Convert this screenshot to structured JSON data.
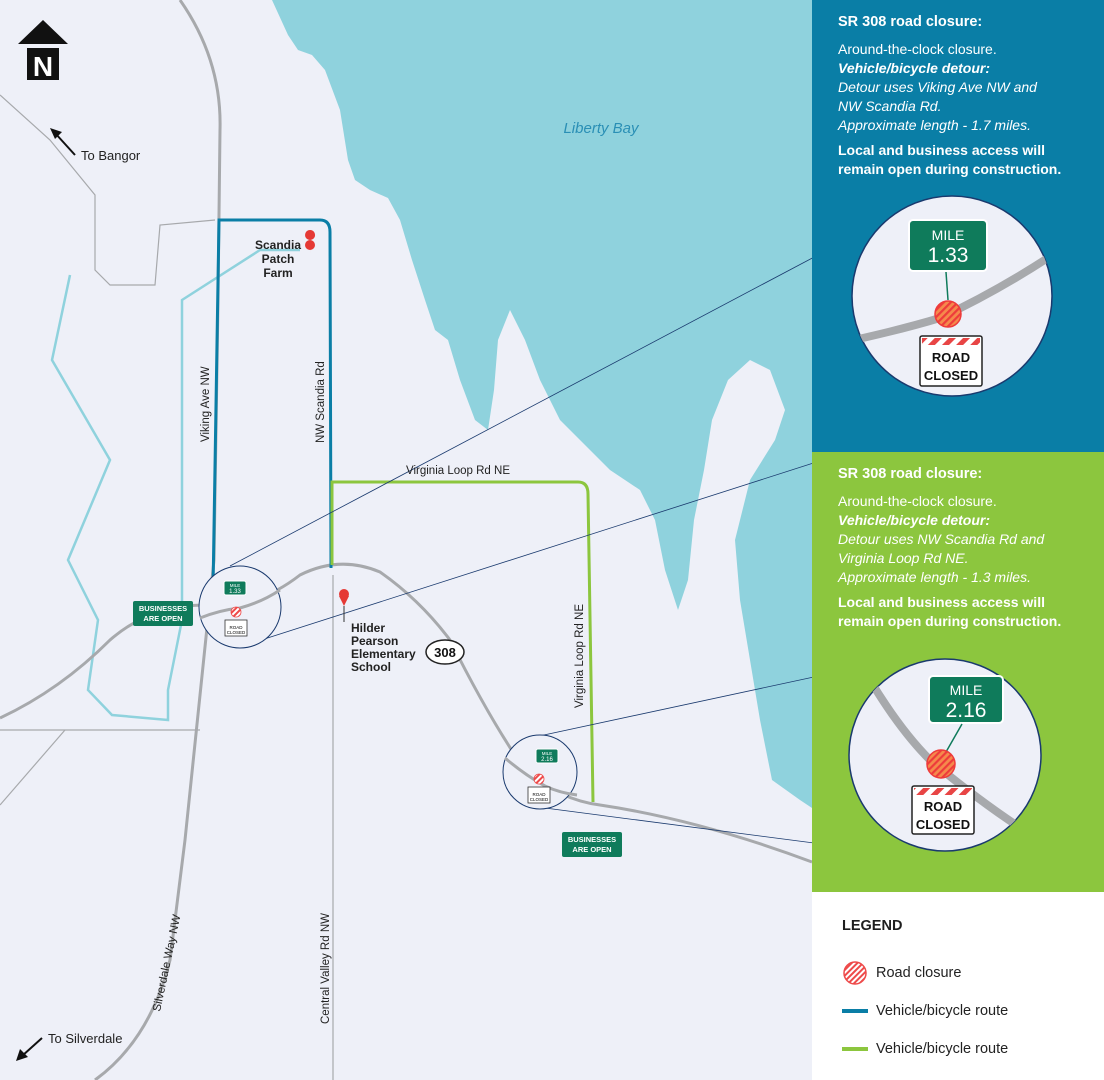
{
  "map": {
    "water_label": "Liberty Bay",
    "places": {
      "scandia_farm": [
        "Scandia",
        "Patch",
        "Farm"
      ],
      "school": [
        "Hilder",
        "Pearson",
        "Elementary",
        "School"
      ]
    },
    "roads": {
      "viking": "Viking Ave NW",
      "scandia": "NW Scandia Rd",
      "virginia_top": "Virginia Loop Rd NE",
      "virginia_side": "Virginia Loop Rd NE",
      "silverdale_way": "Silverdale Way NW",
      "central_valley": "Central Valley Rd NW"
    },
    "route_shield": "308",
    "directions": {
      "bangor": "To Bangor",
      "silverdale": "To Silverdale"
    },
    "businesses_open": [
      "BUSINESSES",
      "ARE OPEN"
    ],
    "closures": [
      {
        "mile_label": "MILE",
        "mile_value": "1.33",
        "sign": [
          "ROAD",
          "CLOSED"
        ]
      },
      {
        "mile_label": "MILE",
        "mile_value": "2.16",
        "sign": [
          "ROAD",
          "CLOSED"
        ]
      }
    ],
    "north_label": "N"
  },
  "panels": {
    "blue": {
      "title": "SR 308 road closure:",
      "line1": "Around-the-clock closure.",
      "detour_heading": "Vehicle/bicycle detour:",
      "detour_lines": [
        "Detour uses Viking Ave NW and",
        "NW Scandia Rd.",
        "Approximate length - 1.7 miles."
      ],
      "access_lines": [
        "Local and business access will",
        "remain open during construction."
      ],
      "color": "#0a7ea6"
    },
    "green": {
      "title": "SR 308 road closure:",
      "line1": "Around-the-clock closure.",
      "detour_heading": "Vehicle/bicycle detour:",
      "detour_lines": [
        "Detour uses NW Scandia Rd and",
        "Virginia Loop Rd NE.",
        "Approximate length - 1.3 miles."
      ],
      "access_lines": [
        "Local and business access will",
        "remain open during construction."
      ],
      "color": "#8cc63e"
    }
  },
  "legend": {
    "title": "LEGEND",
    "items": [
      {
        "label": "Road closure",
        "icon": "road-closure-icon"
      },
      {
        "label": "Vehicle/bicycle route",
        "icon": "blue-route-line",
        "color": "#0a7ea6"
      },
      {
        "label": "Vehicle/bicycle route",
        "icon": "green-route-line",
        "color": "#8cc63e"
      }
    ]
  },
  "colors": {
    "water": "#8fd2dd",
    "land": "#eef0f8",
    "road": "#a7a9ac",
    "blue_route": "#0a7ea6",
    "green_route": "#8cc63e",
    "business_badge": "#0f7b5b",
    "light_blue_line": "#8fd2dd"
  }
}
